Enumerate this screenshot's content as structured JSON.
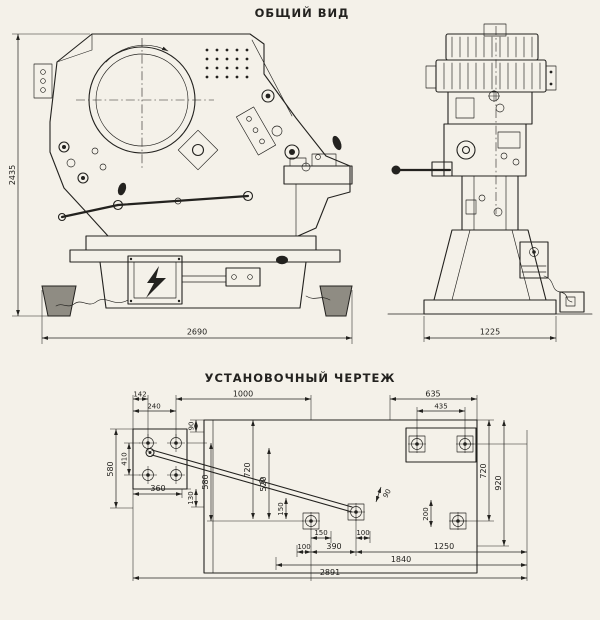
{
  "colors": {
    "ink": "#23221f",
    "paper": "#f4f1e9"
  },
  "titles": {
    "general_view": "ОБЩИЙ ВИД",
    "installation": "УСТАНОВОЧНЫЙ ЧЕРТЕЖ"
  },
  "general_view": {
    "front_height": "2435",
    "front_width": "2690",
    "side_width": "1225"
  },
  "installation": {
    "d142": "142",
    "d240": "240",
    "d1000": "1000",
    "d635": "635",
    "d435": "435",
    "d90_top": "90",
    "d580_outer": "580",
    "d410": "410",
    "d580_inner": "580",
    "d360": "360",
    "d130": "130",
    "d720_mid": "720",
    "d520": "520",
    "d150_mid": "150",
    "d90_diag": "90",
    "d200": "200",
    "d720_right": "720",
    "d920": "920",
    "d150_bottom": "150",
    "d100_right": "100",
    "d100_left": "100",
    "d390": "390",
    "d1250": "1250",
    "d1840": "1840",
    "d2891": "2891"
  }
}
